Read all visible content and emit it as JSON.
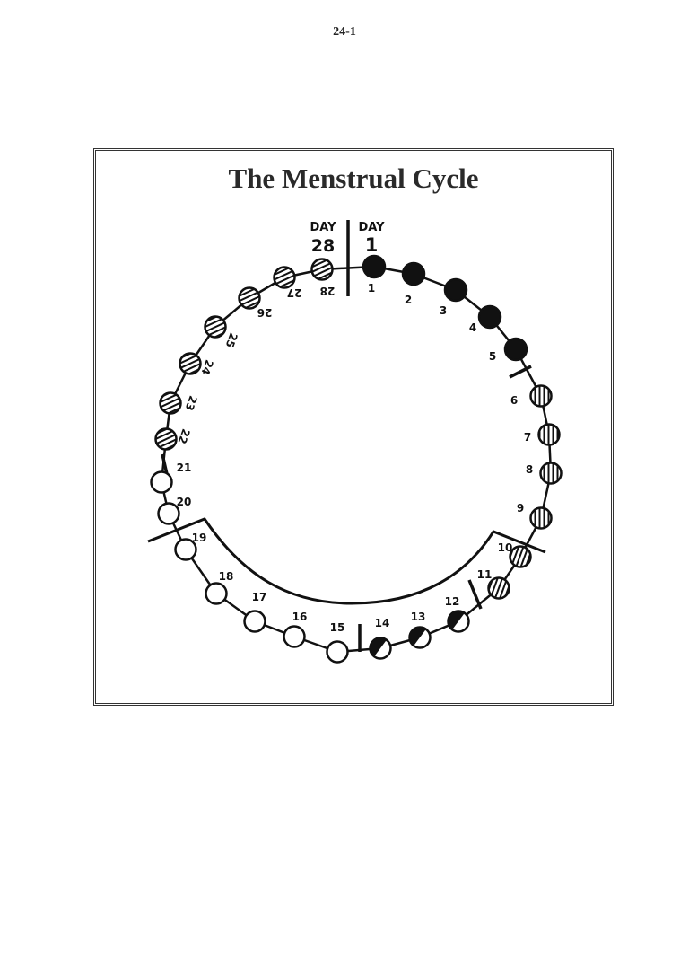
{
  "page_number": "24-1",
  "title": "The Menstrual Cycle",
  "markers": {
    "day_28": {
      "line1": "DAY",
      "line2": "28"
    },
    "day_1": {
      "line1": "DAY",
      "line2": "1"
    }
  },
  "days": [
    {
      "day": "1",
      "fill": "solid"
    },
    {
      "day": "2",
      "fill": "solid"
    },
    {
      "day": "3",
      "fill": "solid"
    },
    {
      "day": "4",
      "fill": "solid"
    },
    {
      "day": "5",
      "fill": "solid"
    },
    {
      "day": "6",
      "fill": "vertical-hatch"
    },
    {
      "day": "7",
      "fill": "vertical-hatch"
    },
    {
      "day": "8",
      "fill": "vertical-hatch"
    },
    {
      "day": "9",
      "fill": "vertical-hatch"
    },
    {
      "day": "10",
      "fill": "diagonal-hatch"
    },
    {
      "day": "11",
      "fill": "diagonal-hatch"
    },
    {
      "day": "12",
      "fill": "half-solid"
    },
    {
      "day": "13",
      "fill": "half-solid"
    },
    {
      "day": "14",
      "fill": "half-solid"
    },
    {
      "day": "15",
      "fill": "empty"
    },
    {
      "day": "16",
      "fill": "empty"
    },
    {
      "day": "17",
      "fill": "empty"
    },
    {
      "day": "18",
      "fill": "empty"
    },
    {
      "day": "19",
      "fill": "empty"
    },
    {
      "day": "20",
      "fill": "empty"
    },
    {
      "day": "21",
      "fill": "empty"
    },
    {
      "day": "22",
      "fill": "horizontal-hatch"
    },
    {
      "day": "23",
      "fill": "horizontal-hatch"
    },
    {
      "day": "24",
      "fill": "horizontal-hatch"
    },
    {
      "day": "25",
      "fill": "horizontal-hatch"
    },
    {
      "day": "26",
      "fill": "horizontal-hatch"
    },
    {
      "day": "27",
      "fill": "horizontal-hatch"
    },
    {
      "day": "28",
      "fill": "horizontal-hatch"
    }
  ]
}
